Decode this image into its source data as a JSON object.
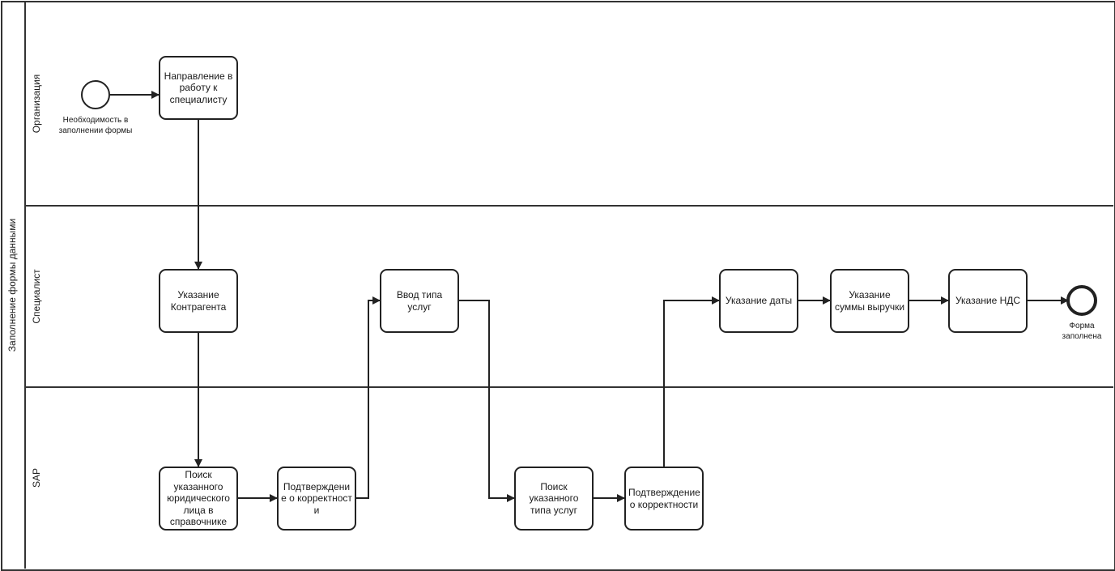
{
  "pool": {
    "title": "Заполнение формы данными",
    "lanes": [
      {
        "label": "Организация"
      },
      {
        "label": "Специалист"
      },
      {
        "label": "SAP"
      }
    ]
  },
  "events": {
    "start": {
      "label": "Необходимость в заполнении формы"
    },
    "end": {
      "label": "Форма заполнена"
    }
  },
  "tasks": [
    {
      "label": "Направление в работу к специалисту"
    },
    {
      "label": "Указание Контрагента"
    },
    {
      "label": "Поиск указанного юридического лица в справочнике"
    },
    {
      "label": "Подтверждение о корректности"
    },
    {
      "label": "Ввод типа услуг"
    },
    {
      "label": "Поиск указанного типа услуг"
    },
    {
      "label": "Подтверждение о корректности"
    },
    {
      "label": "Указание даты"
    },
    {
      "label": "Указание суммы выручки"
    },
    {
      "label": "Указание НДС"
    }
  ],
  "colors": {
    "stroke": "#222222",
    "background": "#ffffff"
  }
}
